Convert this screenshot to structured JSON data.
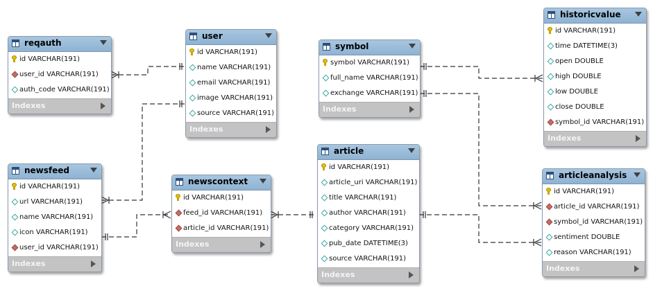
{
  "tables": {
    "reqauth": {
      "name": "reqauth",
      "columns": [
        {
          "text": "id VARCHAR(191)",
          "icon": "key-icon"
        },
        {
          "text": "user_id VARCHAR(191)",
          "icon": "foreign-key-icon"
        },
        {
          "text": "auth_code VARCHAR(191)",
          "icon": "column-icon"
        }
      ],
      "indexes": "Indexes"
    },
    "user": {
      "name": "user",
      "columns": [
        {
          "text": "id VARCHAR(191)",
          "icon": "key-icon"
        },
        {
          "text": "name VARCHAR(191)",
          "icon": "column-icon"
        },
        {
          "text": "email VARCHAR(191)",
          "icon": "column-icon"
        },
        {
          "text": "image VARCHAR(191)",
          "icon": "column-icon"
        },
        {
          "text": "source VARCHAR(191)",
          "icon": "column-icon"
        }
      ],
      "indexes": "Indexes"
    },
    "symbol": {
      "name": "symbol",
      "columns": [
        {
          "text": "symbol VARCHAR(191)",
          "icon": "key-icon"
        },
        {
          "text": "full_name VARCHAR(191)",
          "icon": "column-icon"
        },
        {
          "text": "exchange VARCHAR(191)",
          "icon": "column-icon"
        }
      ],
      "indexes": "Indexes"
    },
    "historicvalue": {
      "name": "historicvalue",
      "columns": [
        {
          "text": "id VARCHAR(191)",
          "icon": "key-icon"
        },
        {
          "text": "time DATETIME(3)",
          "icon": "column-icon"
        },
        {
          "text": "open DOUBLE",
          "icon": "column-icon"
        },
        {
          "text": "high DOUBLE",
          "icon": "column-icon"
        },
        {
          "text": "low DOUBLE",
          "icon": "column-icon"
        },
        {
          "text": "close DOUBLE",
          "icon": "column-icon"
        },
        {
          "text": "symbol_id VARCHAR(191)",
          "icon": "foreign-key-icon"
        }
      ],
      "indexes": "Indexes"
    },
    "newsfeed": {
      "name": "newsfeed",
      "columns": [
        {
          "text": "id VARCHAR(191)",
          "icon": "key-icon"
        },
        {
          "text": "url VARCHAR(191)",
          "icon": "column-icon"
        },
        {
          "text": "name VARCHAR(191)",
          "icon": "column-icon"
        },
        {
          "text": "icon VARCHAR(191)",
          "icon": "column-icon"
        },
        {
          "text": "user_id VARCHAR(191)",
          "icon": "foreign-key-icon"
        }
      ],
      "indexes": "Indexes"
    },
    "newscontext": {
      "name": "newscontext",
      "columns": [
        {
          "text": "id VARCHAR(191)",
          "icon": "key-icon"
        },
        {
          "text": "feed_id VARCHAR(191)",
          "icon": "foreign-key-icon"
        },
        {
          "text": "article_id VARCHAR(191)",
          "icon": "foreign-key-icon"
        }
      ],
      "indexes": "Indexes"
    },
    "article": {
      "name": "article",
      "columns": [
        {
          "text": "id VARCHAR(191)",
          "icon": "key-icon"
        },
        {
          "text": "article_uri VARCHAR(191)",
          "icon": "column-icon"
        },
        {
          "text": "title VARCHAR(191)",
          "icon": "column-icon"
        },
        {
          "text": "author VARCHAR(191)",
          "icon": "column-icon"
        },
        {
          "text": "category VARCHAR(191)",
          "icon": "column-icon"
        },
        {
          "text": "pub_date DATETIME(3)",
          "icon": "column-icon"
        },
        {
          "text": "source VARCHAR(191)",
          "icon": "column-icon"
        }
      ],
      "indexes": "Indexes"
    },
    "articleanalysis": {
      "name": "articleanalysis",
      "columns": [
        {
          "text": "id VARCHAR(191)",
          "icon": "key-icon"
        },
        {
          "text": "article_id VARCHAR(191)",
          "icon": "foreign-key-icon"
        },
        {
          "text": "symbol_id VARCHAR(191)",
          "icon": "foreign-key-icon"
        },
        {
          "text": "sentiment DOUBLE",
          "icon": "column-icon"
        },
        {
          "text": "reason VARCHAR(191)",
          "icon": "column-icon"
        }
      ],
      "indexes": "Indexes"
    }
  },
  "relationships": [
    {
      "from": "reqauth.user_id",
      "to": "user.id",
      "cardinality": "many-to-one"
    },
    {
      "from": "newsfeed.user_id",
      "to": "user.id",
      "cardinality": "many-to-one"
    },
    {
      "from": "newscontext.feed_id",
      "to": "newsfeed.id",
      "cardinality": "many-to-one"
    },
    {
      "from": "newscontext.article_id",
      "to": "article.id",
      "cardinality": "many-to-one"
    },
    {
      "from": "articleanalysis.article_id",
      "to": "article.id",
      "cardinality": "many-to-one"
    },
    {
      "from": "articleanalysis.symbol_id",
      "to": "symbol.symbol",
      "cardinality": "many-to-one"
    },
    {
      "from": "historicvalue.symbol_id",
      "to": "symbol.symbol",
      "cardinality": "many-to-one"
    }
  ],
  "colors": {
    "header": "#9dbedb",
    "indexes_bar": "#c3c3c3",
    "key_icon": "#e8c200",
    "foreign_key_icon": "#c56d66",
    "column_icon": "#3aa9a2",
    "link_line": "#333333"
  }
}
